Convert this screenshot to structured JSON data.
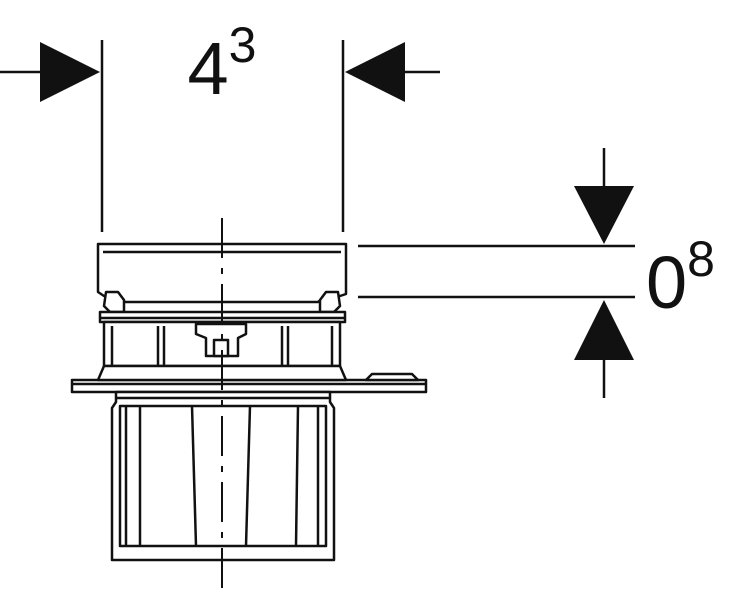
{
  "dimensions": {
    "width_dimension": {
      "value": "4",
      "superscript": "3"
    },
    "height_dimension": {
      "value": "0",
      "superscript": "8"
    }
  },
  "colors": {
    "line": "#111111",
    "background": "#ffffff"
  }
}
